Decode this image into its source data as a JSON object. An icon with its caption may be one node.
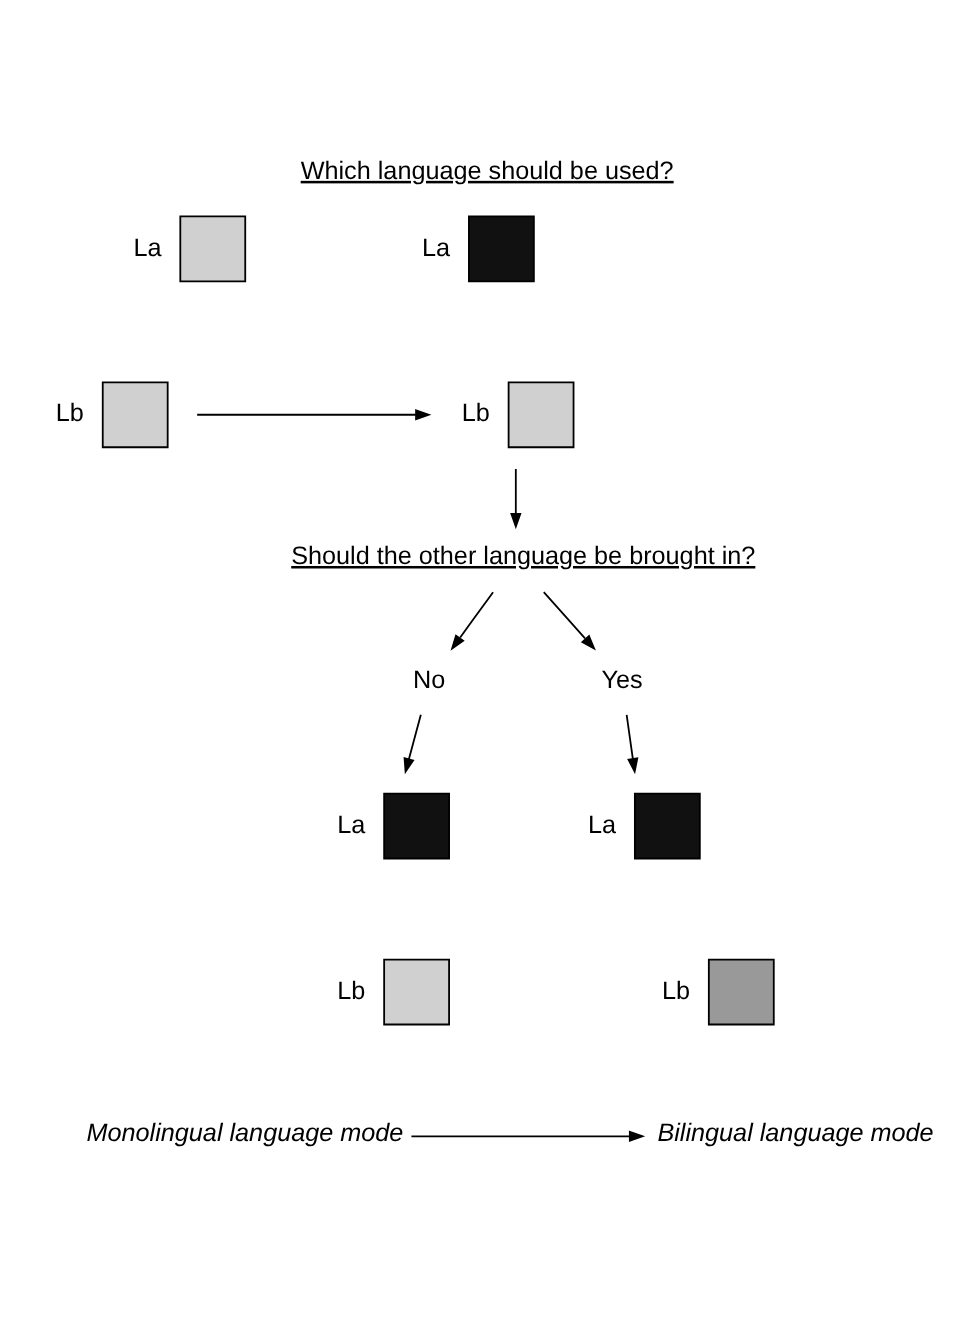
{
  "diagram": {
    "title": "Which language should be used?",
    "nodes": [
      {
        "text": [],
        "shape": "box",
        "beside": [
          "La"
        ]
      },
      {
        "text": [],
        "shape": "box",
        "beside": [
          "Lb"
        ]
      },
      {
        "text": [],
        "shape": "box",
        "beside": [
          "La"
        ]
      },
      {
        "text": [],
        "shape": "box",
        "beside": [
          "Lb"
        ]
      },
      {
        "text": [
          "Should the other language be brought in?"
        ]
      },
      {
        "text": [
          "No"
        ]
      },
      {
        "text": [
          "Yes"
        ]
      },
      {
        "text": [],
        "shape": "box",
        "beside": [
          "La"
        ]
      },
      {
        "text": [],
        "shape": "box",
        "beside": [
          "Lb"
        ]
      },
      {
        "text": [],
        "shape": "box",
        "beside": [
          "La"
        ]
      },
      {
        "text": [],
        "shape": "box",
        "beside": [
          "Lb"
        ]
      },
      {
        "text": [
          "Monolingual language mode"
        ]
      },
      {
        "text": [
          "Bilingual language mode"
        ]
      }
    ],
    "edges": [
      {
        "from": 1,
        "to": 3,
        "arrow": "to"
      },
      {
        "from": 3,
        "to": 4,
        "arrow": "to"
      },
      {
        "from": 4,
        "to": 5,
        "arrow": "to"
      },
      {
        "from": 4,
        "to": 6,
        "arrow": "to"
      },
      {
        "from": 5,
        "to": 7,
        "arrow": "to"
      },
      {
        "from": 6,
        "to": 9,
        "arrow": "to"
      },
      {
        "from": 11,
        "to": 12,
        "arrow": "to"
      }
    ]
  }
}
